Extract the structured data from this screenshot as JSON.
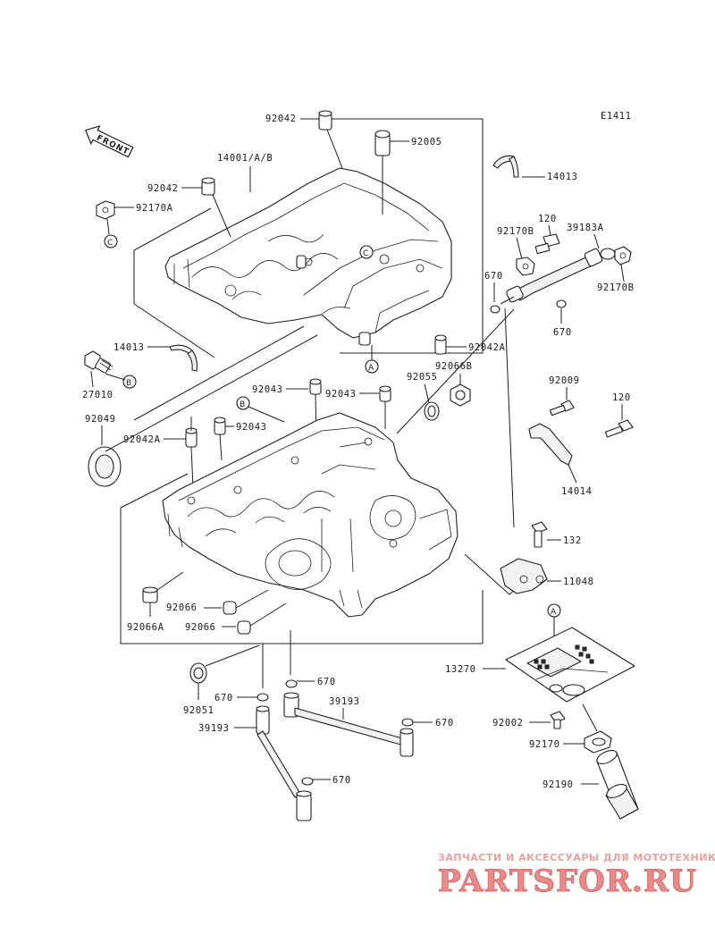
{
  "diagram_code": "E1411",
  "front_label": "FRONT",
  "circle_refs": {
    "a": "A",
    "b": "B",
    "c": "C"
  },
  "parts": {
    "p92042_top": "92042",
    "p92005": "92005",
    "p14001": "14001/A/B",
    "p14013_top": "14013",
    "p92042_left": "92042",
    "p92170A": "92170A",
    "p120_top": "120",
    "p39183A": "39183A",
    "p92170B_l": "92170B",
    "p92170B_r": "92170B",
    "p670_a": "670",
    "p670_b": "670",
    "p14013_left": "14013",
    "p92042A_r": "92042A",
    "p92066B": "92066B",
    "p27010": "27010",
    "p92043_a": "92043",
    "p92043_b": "92043",
    "p92055": "92055",
    "p92009": "92009",
    "p120_mid": "120",
    "p92049": "92049",
    "p92042A_l": "92042A",
    "p92043_c": "92043",
    "p14014": "14014",
    "p132": "132",
    "p11048": "11048",
    "p92066_a": "92066",
    "p92066A": "92066A",
    "p92066_b": "92066",
    "p13270": "13270",
    "p670_c": "670",
    "p670_d": "670",
    "p39193_r": "39193",
    "p92051": "92051",
    "p92002": "92002",
    "p670_e": "670",
    "p39193_l": "39193",
    "p92170": "92170",
    "p670_f": "670",
    "p92190": "92190"
  },
  "watermark": {
    "subtitle": "ЗАПЧАСТИ И АКСЕССУАРЫ ДЛЯ МОТОТЕХНИКИ",
    "logo": "PARTSFOR.RU"
  }
}
